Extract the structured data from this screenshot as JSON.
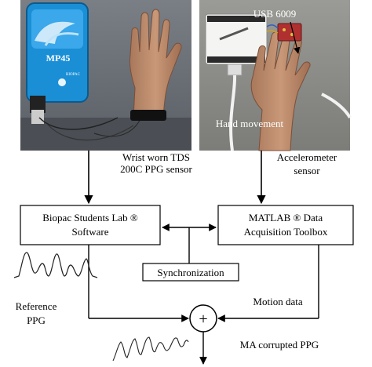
{
  "photos": {
    "left": {
      "device_label": "MP45",
      "device_brand": "BIOPAC",
      "caption_line1": "Wrist worn TDS",
      "caption_line2": "200C PPG sensor"
    },
    "right": {
      "usb_label": "USB 6009",
      "hand_movement_label": "Hand movement",
      "caption_line1": "Accelerometer",
      "caption_line2": "sensor"
    }
  },
  "boxes": {
    "biopac_line1": "Biopac Students Lab ®",
    "biopac_line2": "Software",
    "matlab_line1": "MATLAB ® Data",
    "matlab_line2": "Acquisition Toolbox",
    "sync": "Synchronization"
  },
  "labels": {
    "reference_line1": "Reference",
    "reference_line2": "PPG",
    "motion_data": "Motion data",
    "ma_corrupted": "MA corrupted PPG",
    "adder_symbol": "+"
  }
}
